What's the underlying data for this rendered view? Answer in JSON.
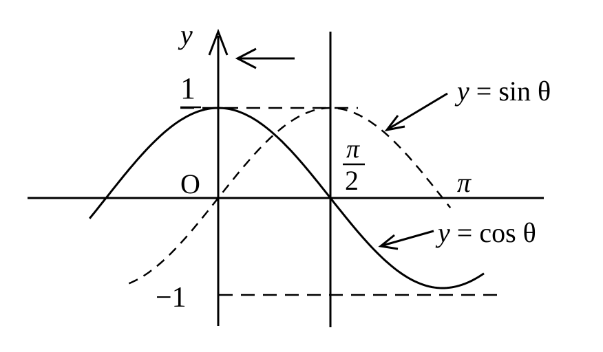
{
  "labels": {
    "y_axis": "y",
    "origin": "O",
    "one": "1",
    "minus_one": "−1",
    "half_pi_num": "π",
    "half_pi_den": "2",
    "pi": "π",
    "sin_y": "y",
    "sin_rest": "= sin θ",
    "cos_y": "y",
    "cos_rest": "= cos θ"
  },
  "curves": {
    "sin_style": "dashed",
    "cos_style": "solid"
  },
  "colors": {
    "ink": "#000000",
    "background": "#ffffff"
  },
  "icons": {
    "shift_arrow": "left-arrow-icon"
  }
}
